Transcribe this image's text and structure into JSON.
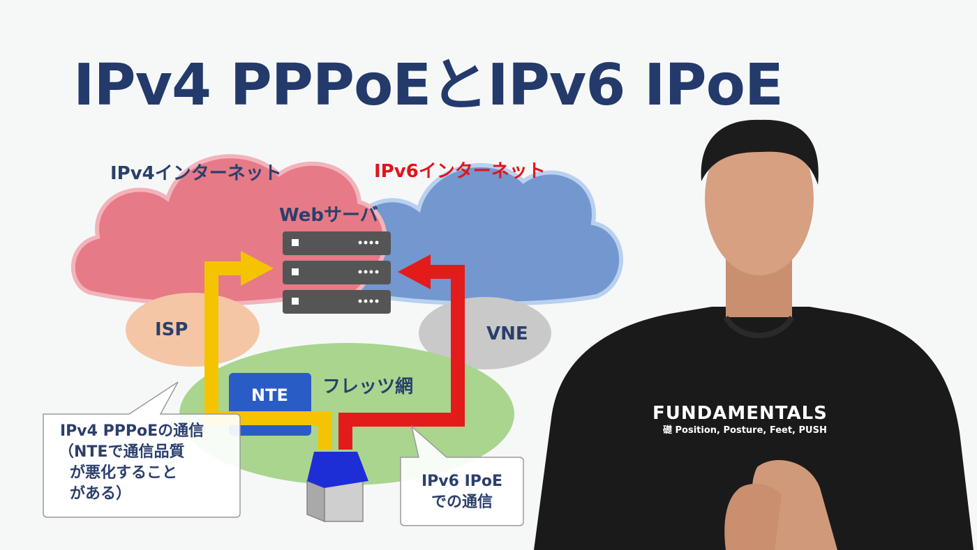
{
  "title": "IPv4 PPPoEとIPv6 IPoE",
  "ipv4_internet_label": "IPv4インターネット",
  "ipv6_internet_label": "IPv6インターネット",
  "web_server_label": "Webサーバ",
  "isp_label": "ISP",
  "vne_label": "VNE",
  "nte_label": "NTE",
  "flets_label": "フレッツ網",
  "callout_left_lines": [
    "IPv4 PPPoEの通信",
    "（NTEで通信品質",
    "が悪化すること",
    "がある）"
  ],
  "callout_right_lines": [
    "IPv6 IPoE",
    "での通信"
  ],
  "presenter_shirt_brand": "FUNDAMENTALS",
  "presenter_shirt_tagline": "礎 Position, Posture, Feet, PUSH",
  "colors": {
    "title": "#233a6b",
    "ipv4_cloud": "#e67a87",
    "ipv6_cloud": "#7397cf",
    "isp": "#f4c6a6",
    "vne": "#c9c9c9",
    "flets": "#a9d58e",
    "nte": "#2a5cc5",
    "ipv4_path": "#f5c400",
    "ipv6_path": "#e31b1b",
    "server": "#555555",
    "house_roof": "#1e2ed6"
  }
}
